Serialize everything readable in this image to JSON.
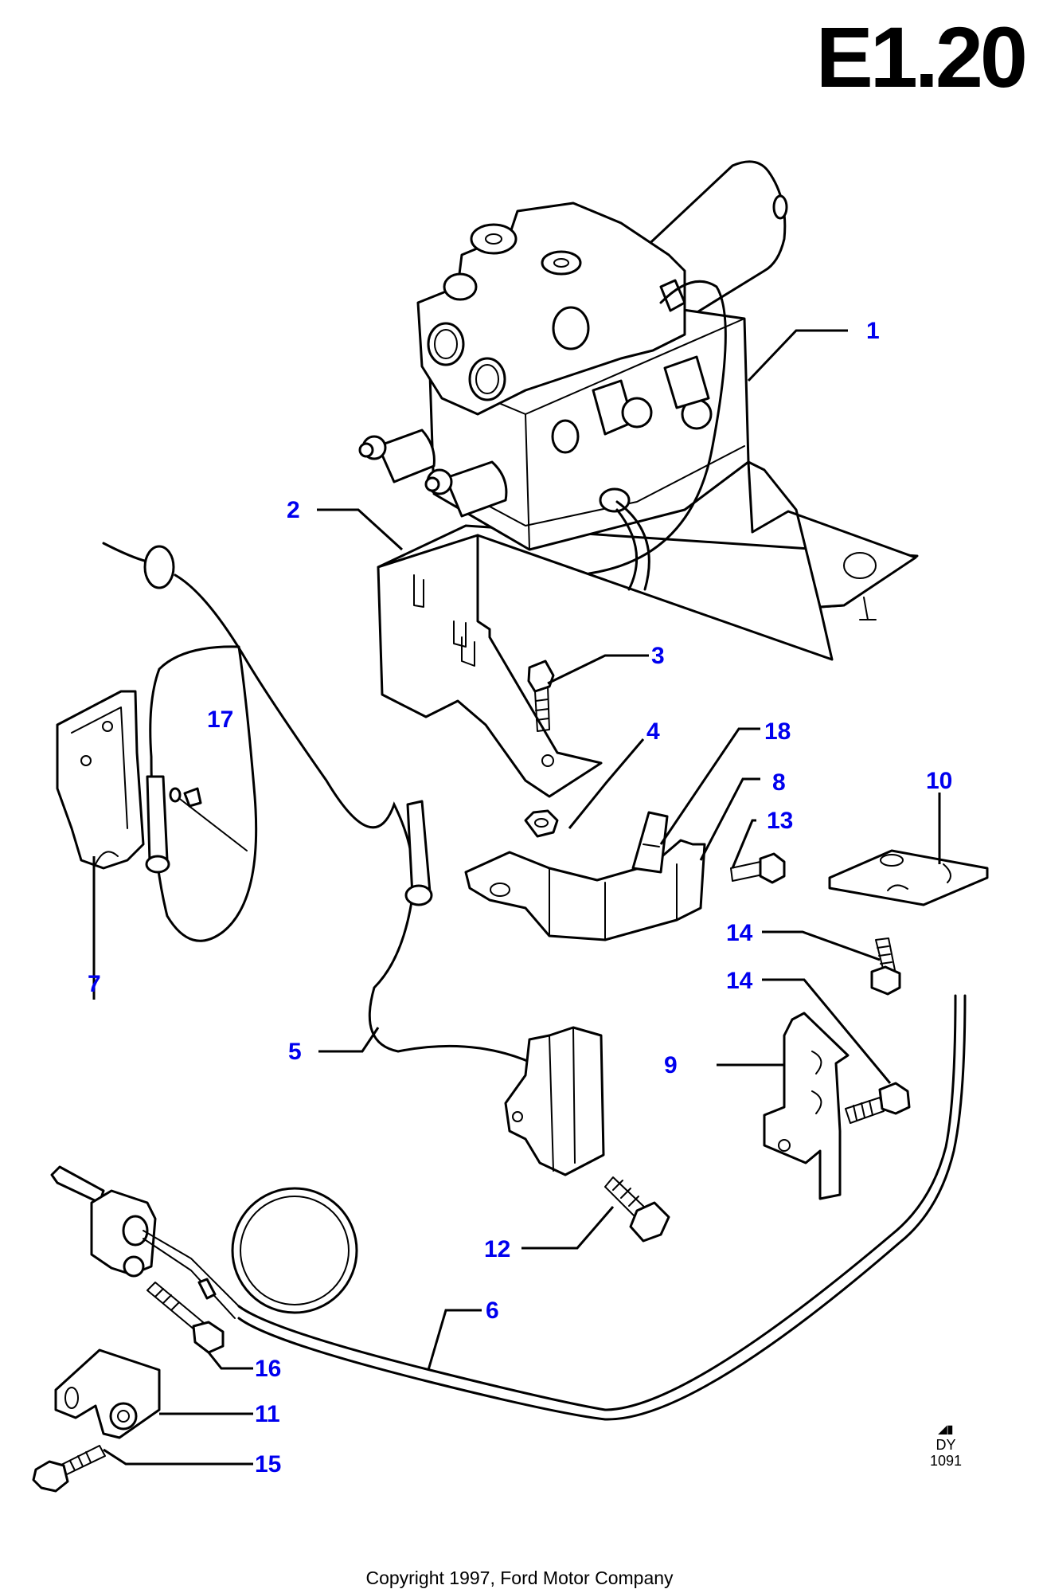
{
  "page": {
    "code": "E1.20",
    "ref_glyph": "◢▮",
    "ref_code": "DY",
    "ref_number": "1091",
    "copyright": "Copyright 1997, Ford Motor Company"
  },
  "callout_color": "#0000ee",
  "callouts": [
    {
      "id": "1",
      "part": "hydraulic-control-unit"
    },
    {
      "id": "2",
      "part": "mounting-bracket"
    },
    {
      "id": "3",
      "part": "bolt"
    },
    {
      "id": "4",
      "part": "nut"
    },
    {
      "id": "5",
      "part": "sensor-cable"
    },
    {
      "id": "6",
      "part": "cable"
    },
    {
      "id": "7",
      "part": "bracket"
    },
    {
      "id": "8",
      "part": "bracket"
    },
    {
      "id": "9",
      "part": "bracket"
    },
    {
      "id": "10",
      "part": "plate"
    },
    {
      "id": "11",
      "part": "clamp"
    },
    {
      "id": "12",
      "part": "bolt"
    },
    {
      "id": "13",
      "part": "bolt"
    },
    {
      "id": "14",
      "part": "bolt"
    },
    {
      "id": "14",
      "part": "bolt"
    },
    {
      "id": "15",
      "part": "bolt"
    },
    {
      "id": "16",
      "part": "bolt"
    },
    {
      "id": "17",
      "part": "pin"
    },
    {
      "id": "18",
      "part": "clip"
    }
  ]
}
